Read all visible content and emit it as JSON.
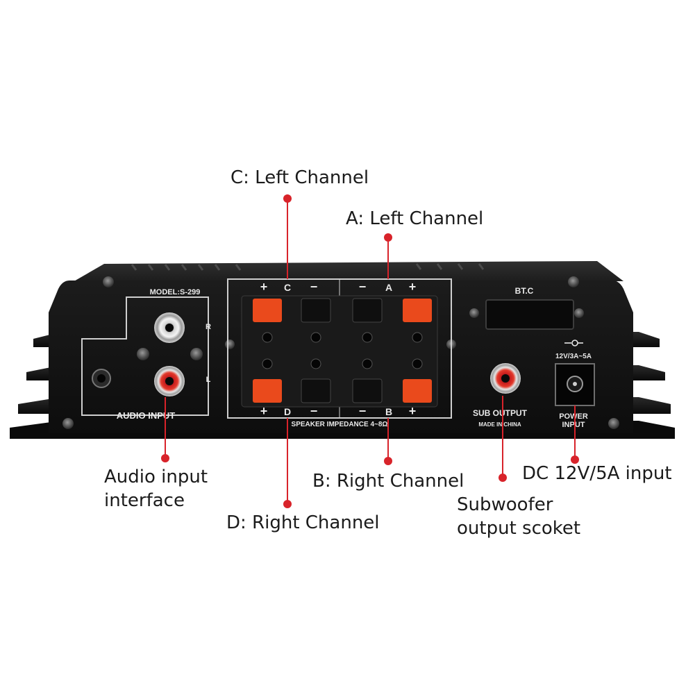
{
  "device": {
    "model_label": "MODEL:S-299",
    "terminal_top_left": [
      "+",
      "C",
      "−"
    ],
    "terminal_top_right": [
      "−",
      "A",
      "+"
    ],
    "terminal_bottom_left": [
      "+",
      "D",
      "−"
    ],
    "terminal_bottom_right": [
      "−",
      "B",
      "+"
    ],
    "speaker_impedance": "SPEAKER IMPEDANCE 4~8Ω",
    "audio_input_label": "AUDIO INPUT",
    "rca_right": "R",
    "rca_left": "L",
    "bt_label": "BT.C",
    "power_rating": "12V/3A~5A",
    "sub_output_label": "SUB OUTPUT",
    "made_in": "MADE IN CHINA",
    "power_input_line1": "POWER",
    "power_input_line2": "INPUT"
  },
  "callouts": {
    "c_left": "C: Left  Channel",
    "a_left": "A: Left  Channel",
    "audio_input_1": "Audio input",
    "audio_input_2": "interface",
    "b_right": "B: Right Channel",
    "d_right": "D: Right Channel",
    "dc_input": "DC 12V/5A input",
    "sub_1": "Subwoofer",
    "sub_2": "output scoket"
  },
  "colors": {
    "accent_red": "#d8232a",
    "terminal_orange": "#ea4a1c",
    "chassis": "#141414"
  }
}
